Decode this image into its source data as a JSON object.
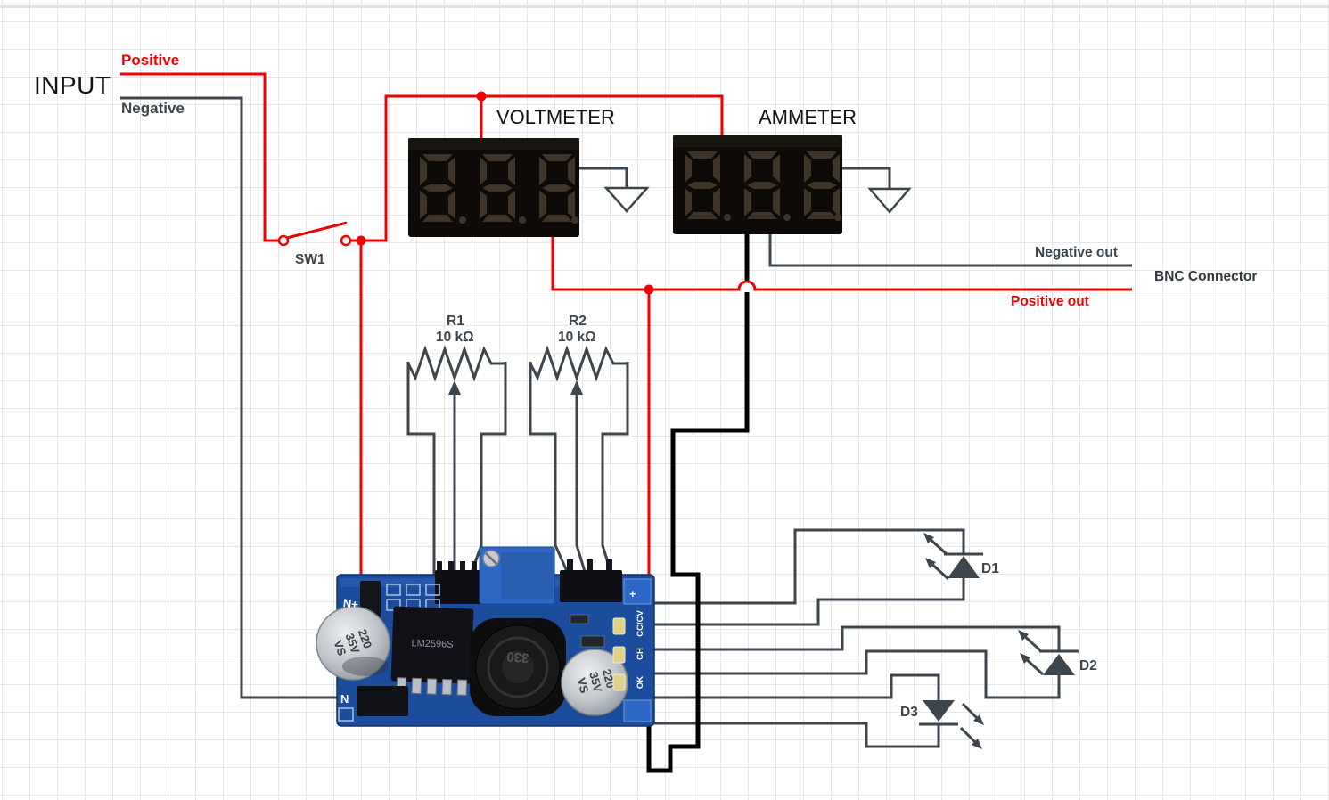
{
  "colors": {
    "wire_red": "#f20000",
    "wire_gray": "#3d464d",
    "wire_black": "#000000",
    "board_blue": "#1c4c9c"
  },
  "input": {
    "title": "INPUT",
    "positive": "Positive",
    "negative": "Negative"
  },
  "switch": {
    "label": "SW1"
  },
  "meters": {
    "voltmeter": "VOLTMETER",
    "ammeter": "AMMETER",
    "unlit_digits": "8.8.8."
  },
  "pots": {
    "r1": {
      "name": "R1",
      "value": "10 kΩ"
    },
    "r2": {
      "name": "R2",
      "value": "10 kΩ"
    }
  },
  "output": {
    "negative": "Negative out",
    "positive": "Positive out",
    "connector": "BNC Connector"
  },
  "leds": {
    "d1": "D1",
    "d2": "D2",
    "d3": "D3"
  },
  "board": {
    "in_plus": "N+",
    "in_minus": "N",
    "out_plus": "+",
    "led_labels": {
      "cc_cv": "CC/CV",
      "ch": "CH",
      "ok": "OK"
    },
    "capacitor": {
      "l1": "220",
      "l2": "35V",
      "l3": "VS"
    },
    "inductor": "330",
    "ic": "LM2596S"
  }
}
